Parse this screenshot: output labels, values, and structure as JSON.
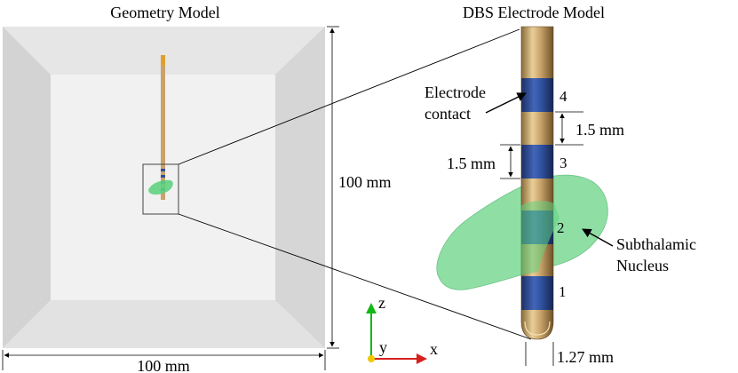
{
  "titles": {
    "geometry": "Geometry Model",
    "electrode": "DBS Electrode Model"
  },
  "labels": {
    "width_dim": "100 mm",
    "height_dim": "100 mm",
    "contact_spacing_dim": "1.5 mm",
    "contact_height_dim": "1.5 mm",
    "diameter_dim": "1.27 mm",
    "electrode_contact": [
      "Electrode",
      "contact"
    ],
    "subthalamic_nucleus": [
      "Subthalamic",
      "Nucleus"
    ]
  },
  "contacts": [
    "4",
    "3",
    "2",
    "1"
  ],
  "axes": {
    "z": "z",
    "y": "y",
    "x": "x"
  },
  "colors": {
    "lead_body": "#c9a36a",
    "contact": "#2e4f9c",
    "nucleus": "#5fd17f",
    "axis_z": "#14b814",
    "axis_x": "#d62020",
    "axis_y": "#f0c800",
    "box_outer": "#dcdcdc",
    "box_inner": "#f1f1f1"
  }
}
